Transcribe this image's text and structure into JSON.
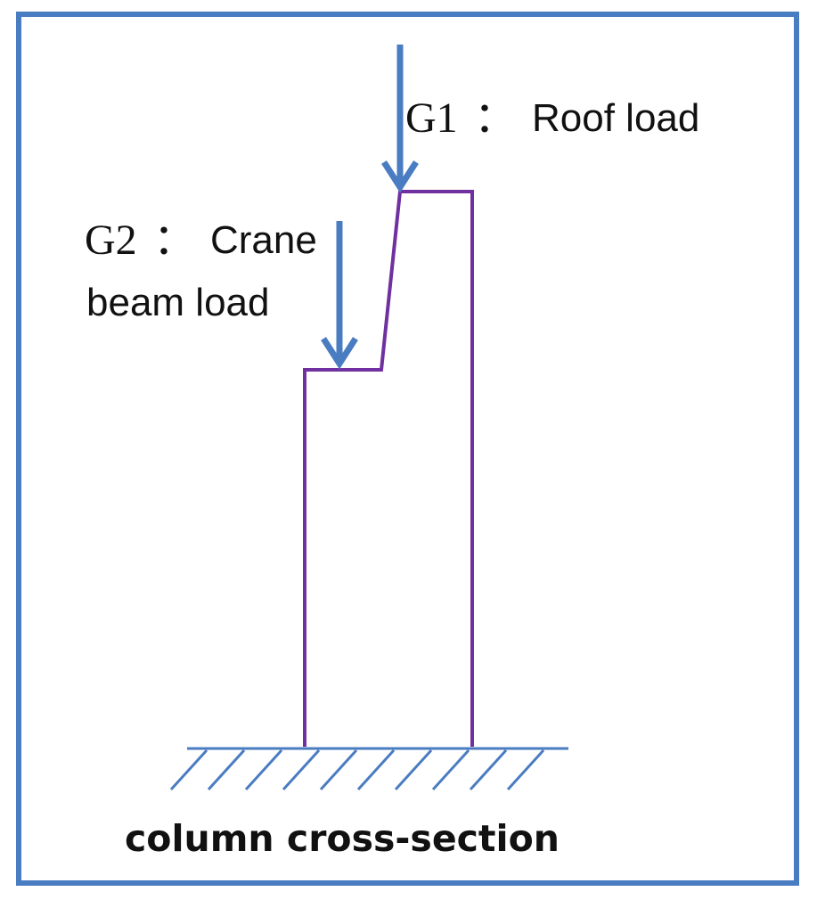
{
  "labels": {
    "g1_symbol": "G1",
    "g1_separator": "：",
    "g1_text": "Roof load",
    "g2_symbol": "G2",
    "g2_separator": "：",
    "g2_text_line1": "Crane",
    "g2_text_line2": "beam load",
    "caption": "column cross-section"
  },
  "colors": {
    "frame": "#4a7cc1",
    "arrow": "#4a7cc1",
    "column_outline": "#7030a0",
    "ground_hatch": "#4a7cc1",
    "text": "#111111"
  },
  "icons": {
    "g1_arrow": "down-arrow",
    "g2_arrow": "down-arrow",
    "ground_support": "fixed-support-hatch"
  }
}
